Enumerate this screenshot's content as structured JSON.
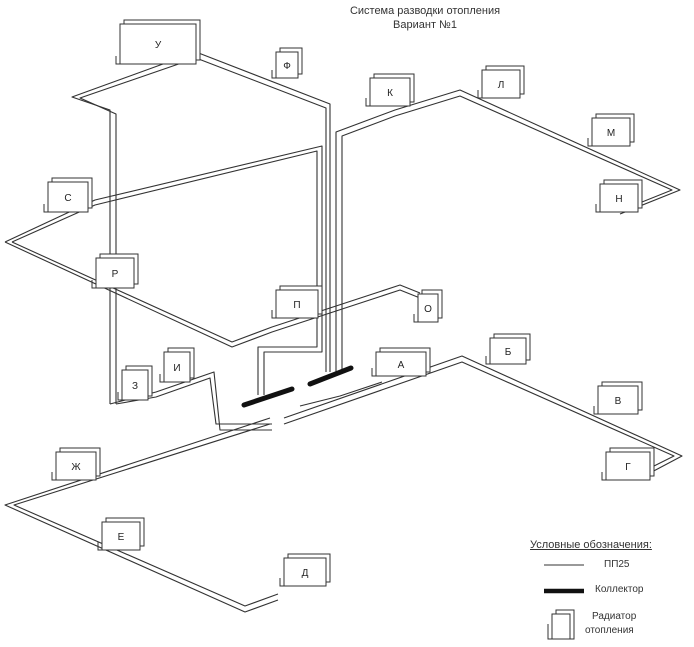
{
  "title": {
    "line1": "Система разводки отопления",
    "line2": "Вариант №1"
  },
  "legend": {
    "heading": "Условные обозначения:",
    "pipe": "ПП25",
    "collector": "Коллектор",
    "radiator_line1": "Радиатор",
    "radiator_line2": "отопления"
  },
  "radiators": [
    {
      "id": "А"
    },
    {
      "id": "Б"
    },
    {
      "id": "В"
    },
    {
      "id": "Г"
    },
    {
      "id": "Д"
    },
    {
      "id": "Е"
    },
    {
      "id": "Ж"
    },
    {
      "id": "З"
    },
    {
      "id": "И"
    },
    {
      "id": "К"
    },
    {
      "id": "Л"
    },
    {
      "id": "М"
    },
    {
      "id": "Н"
    },
    {
      "id": "О"
    },
    {
      "id": "П"
    },
    {
      "id": "Р"
    },
    {
      "id": "С"
    },
    {
      "id": "У"
    },
    {
      "id": "Ф"
    }
  ]
}
